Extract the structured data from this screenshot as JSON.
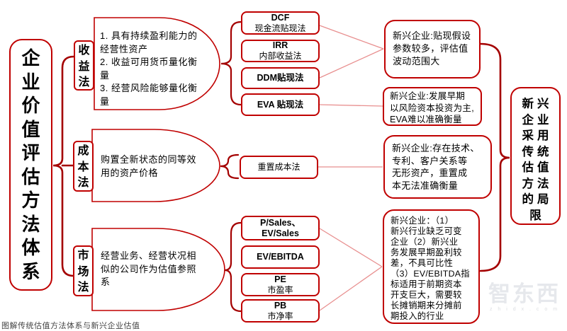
{
  "colors": {
    "accent": "#c00000",
    "brace": "#a40000",
    "line": "#e88f8f",
    "ink": "#000000",
    "watermark": "#e6e8ec"
  },
  "root_box": {
    "title": "企业价值评估方法体系"
  },
  "branches": [
    {
      "label": "收益法",
      "description": "1. 具有持续盈利能力的\n经营性资产\n2. 收益可用货币量化衡\n量\n3. 经营风险能够量化衡\n量"
    },
    {
      "label": "成本法",
      "description": "购置全新状态的同等效\n用的资产价格"
    },
    {
      "label": "市场法",
      "description": "经营业务、经营状况相\n似的公司作为估值参照\n系"
    }
  ],
  "methods": [
    {
      "line1": "DCF",
      "line2": "现金流贴现法"
    },
    {
      "line1": "IRR",
      "line2": "内部收益法"
    },
    {
      "line1": "DDM贴现法",
      "line2": ""
    },
    {
      "line1": "EVA 贴现法",
      "line2": ""
    },
    {
      "line1": "",
      "line2": "重置成本法"
    },
    {
      "line1": "P/Sales、\nEV/Sales",
      "line2": ""
    },
    {
      "line1": "EV/EBITDA",
      "line2": ""
    },
    {
      "line1": "PE",
      "line2": "市盈率"
    },
    {
      "line1": "PB",
      "line2": "市净率"
    }
  ],
  "limitations": [
    {
      "text": "新兴企业:贴现假设\n参数较多，评估值\n波动范围大"
    },
    {
      "text": "新兴企业:发展早期\n以风险资本投资为主,\nEVA难以准确衡量"
    },
    {
      "text": "新兴企业:存在技术、\n专利、客户关系等\n无形资产，重置成\n本无法准确衡量"
    },
    {
      "text": "新兴企业：（1）\n新兴行业缺乏可变\n企业（2）新兴业\n务发展早期盈利较\n差，不具可比性\n（3）EV/EBITDA指\n标适用于前期资本\n开支巨大，需要较\n长摊销期来分摊前\n期投入的行业"
    }
  ],
  "limit_box": {
    "full_text": "新兴企业采用传统估值方法的局限",
    "rows": [
      "新兴",
      "企业",
      "采用",
      "传统",
      "估值",
      "方法",
      "的局",
      "限"
    ]
  },
  "caption": {
    "text": "图解传统估值方法体系与新兴企业估值"
  },
  "watermark": {
    "logo": "智东西",
    "domain": "z h i d x . c o m"
  }
}
